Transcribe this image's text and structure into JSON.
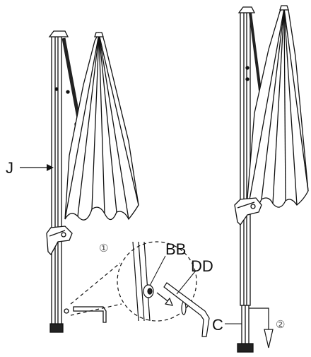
{
  "labels": {
    "pole": "J",
    "bolt": "BB",
    "key": "DD",
    "base": "C"
  },
  "steps": {
    "first": "①",
    "second": "②"
  },
  "colors": {
    "line": "#111111",
    "stroke_light": "#333333",
    "accent_dark": "#222222"
  }
}
